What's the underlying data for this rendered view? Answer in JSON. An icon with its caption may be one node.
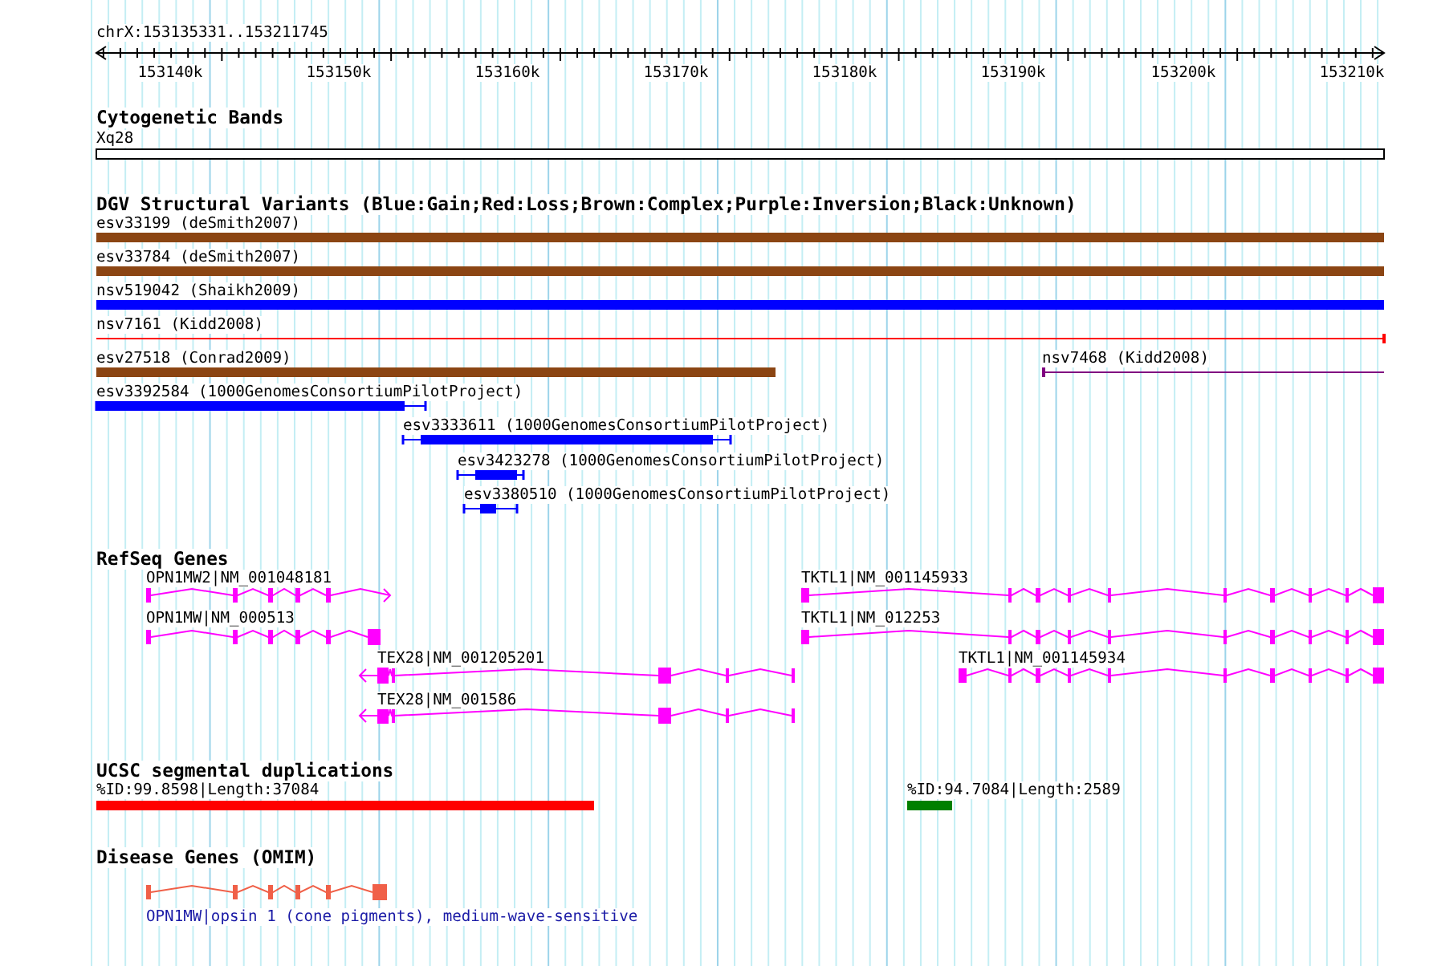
{
  "diagram": {
    "labels": [
      "chrX:153135331..153211745",
      "153140k",
      "153150k",
      "153160k",
      "153170k",
      "153180k",
      "153190k",
      "153200k",
      "153210k",
      "Cytogenetic Bands",
      "Xq28",
      "DGV Structural Variants (Blue:Gain;Red:Loss;Brown:Complex;Purple:Inversion;Black:Unknown)",
      "esv33199 (deSmith2007)",
      "esv33784 (deSmith2007)",
      "nsv519042 (Shaikh2009)",
      "nsv7161 (Kidd2008)",
      "esv27518 (Conrad2009)",
      "nsv7468 (Kidd2008)",
      "esv3392584 (1000GenomesConsortiumPilotProject)",
      "esv3333611 (1000GenomesConsortiumPilotProject)",
      "esv3423278 (1000GenomesConsortiumPilotProject)",
      "esv3380510 (1000GenomesConsortiumPilotProject)",
      "RefSeq Genes",
      "OPN1MW2|NM_001048181",
      "TKTL1|NM_001145933",
      "OPN1MW|NM_000513",
      "TKTL1|NM_012253",
      "TEX28|NM_001205201",
      "TKTL1|NM_001145934",
      "TEX28|NM_001586",
      "UCSC segmental duplications",
      "%ID:99.8598|Length:37084",
      "%ID:94.7084|Length:2589",
      "Disease Genes (OMIM)",
      "OPN1MW|opsin 1 (cone pigments), medium-wave-sensitive"
    ]
  }
}
